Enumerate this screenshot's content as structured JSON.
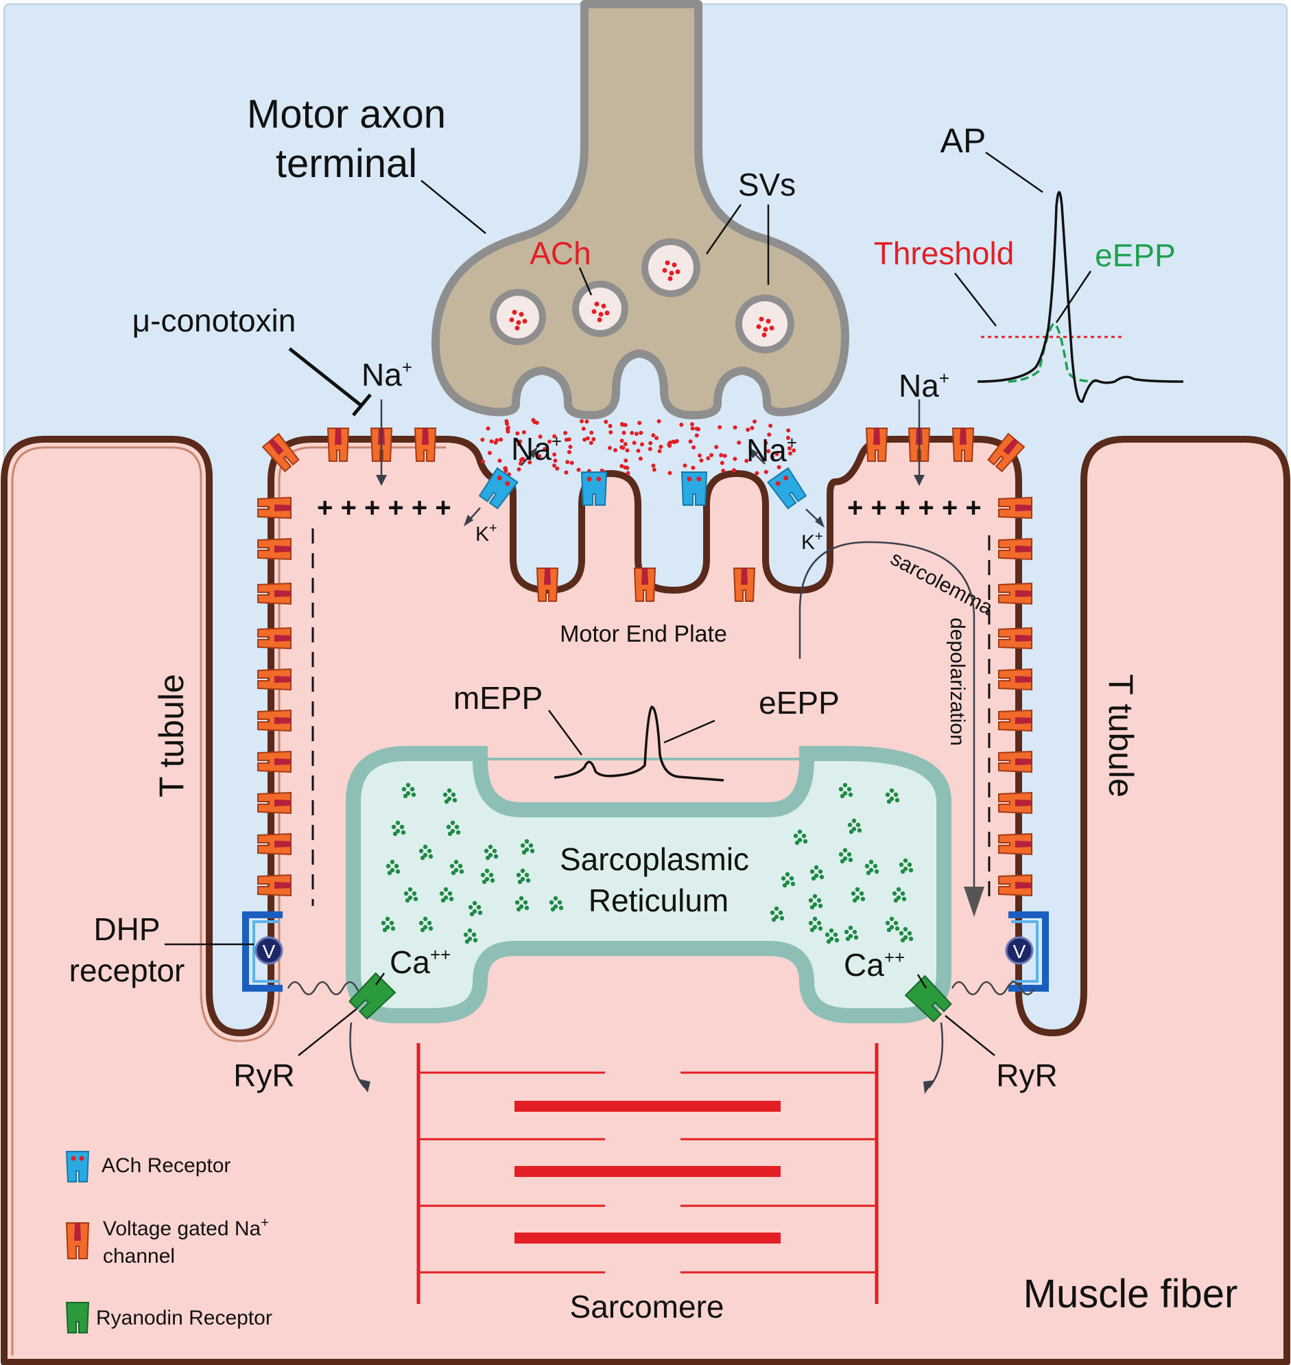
{
  "labels": {
    "motor_axon_line1": "Motor axon",
    "motor_axon_line2": "terminal",
    "svs": "SVs",
    "ach": "ACh",
    "mu_conotoxin": "μ-conotoxin",
    "na_base": "Na",
    "na_sup": "+",
    "k_base": "K",
    "k_sup": "+",
    "plus_signs": "+ + + + + +",
    "motor_end_plate": "Motor End Plate",
    "mepp": "mEPP",
    "eepp_center": "eEPP",
    "sarcolemma_line1": "sarcolemma",
    "sarcolemma_line2": "depolarization",
    "sr_line1": "Sarcoplasmic",
    "sr_line2": "Reticulum",
    "ca_base": "Ca",
    "ca_sup": "++",
    "t_tubule": "T tubule",
    "dhp_line1": "DHP",
    "dhp_line2": "receptor",
    "ryr": "RyR",
    "v_glyph": "V",
    "sarcomere": "Sarcomere",
    "muscle_fiber": "Muscle fiber"
  },
  "inset_ap": {
    "ap_label": "AP",
    "threshold_label": "Threshold",
    "eepp_label": "eEPP"
  },
  "legend": {
    "items": [
      {
        "icon": "ach-receptor-icon",
        "text": "ACh Receptor"
      },
      {
        "icon": "voltage-gated-na-channel-icon",
        "text_line1": "Voltage gated Na",
        "text_sup": "+",
        "text_line2": "channel"
      },
      {
        "icon": "ryanodine-receptor-icon",
        "text": "Ryanodin  Receptor"
      }
    ]
  },
  "colors": {
    "extracellular": "#d8e8f6",
    "muscle_fiber": "#f9d4d0",
    "membrane": "#5a2a1a",
    "axon_fill": "#c4b69c",
    "axon_border": "#8e8e8e",
    "sr_fill": "#dcefec",
    "sr_border": "#8dbfb6",
    "ach_red": "#e31e25",
    "threshold_red": "#e31e25",
    "eepp_green": "#1fa050",
    "ca_green": "#1d8a43",
    "na_channel_orange": "#f26b2a",
    "na_channel_dark": "#b5213a",
    "ach_receptor_blue": "#29aae2",
    "ryr_green": "#2a9a3c",
    "dhp_blue": "#1a5fbf",
    "sarcomere_red": "#e31e25"
  }
}
